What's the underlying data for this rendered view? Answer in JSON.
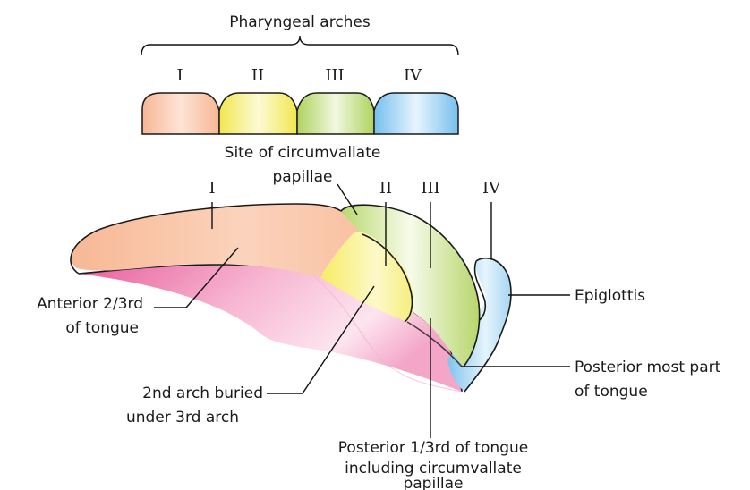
{
  "top_diagram": {
    "title": "Pharyngeal arches",
    "arches": [
      {
        "numeral": "I",
        "color": "#f7c7ad"
      },
      {
        "numeral": "II",
        "color": "#f4f08f"
      },
      {
        "numeral": "III",
        "color": "#c4df8b"
      },
      {
        "numeral": "IV",
        "color": "#a9d7f2"
      }
    ]
  },
  "tongue_diagram": {
    "arch_numerals": {
      "i": "I",
      "ii": "II",
      "iii": "III",
      "iv": "IV"
    },
    "colors": {
      "arch1": "#f9c2a3",
      "arch2": "#f9f07f",
      "arch3": "#c9e08a",
      "arch4": "#a6d6f3",
      "floor": "#ee8fb8"
    },
    "labels": {
      "circumvallate_site_line1": "Site of circumvallate",
      "circumvallate_site_line2": "papillae",
      "anterior_line1": "Anterior 2/3rd",
      "anterior_line2": "of tongue",
      "second_arch_line1": "2nd arch buried",
      "second_arch_line2": "under 3rd arch",
      "posterior_third_line1": "Posterior 1/3rd of tongue",
      "posterior_third_line2": "including circumvallate",
      "posterior_third_line3": "papillae",
      "epiglottis": "Epiglottis",
      "posterior_most_line1": "Posterior most part",
      "posterior_most_line2": "of tongue"
    }
  }
}
